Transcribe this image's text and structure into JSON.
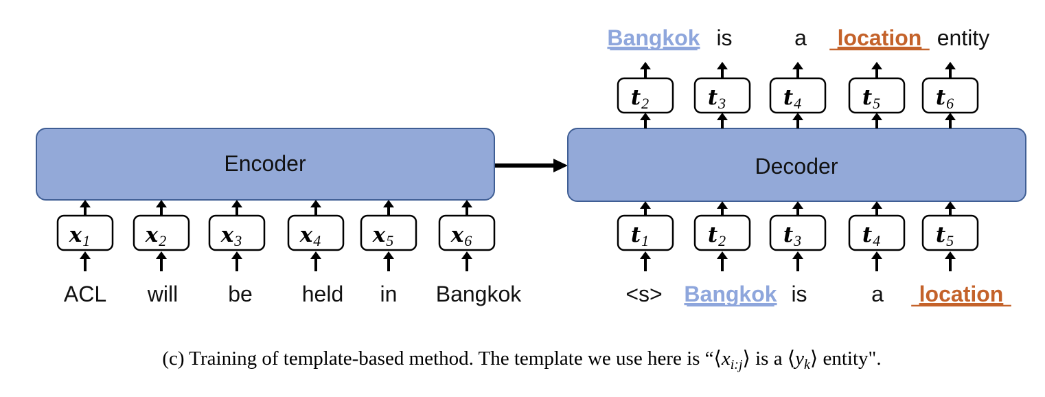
{
  "encoder": {
    "label": "Encoder"
  },
  "decoder": {
    "label": "Decoder"
  },
  "encoder_units": [
    {
      "var": "x",
      "sub": "1"
    },
    {
      "var": "x",
      "sub": "2"
    },
    {
      "var": "x",
      "sub": "3"
    },
    {
      "var": "x",
      "sub": "4"
    },
    {
      "var": "x",
      "sub": "5"
    },
    {
      "var": "x",
      "sub": "6"
    }
  ],
  "encoder_tokens": [
    {
      "text": "ACL"
    },
    {
      "text": "will"
    },
    {
      "text": "be"
    },
    {
      "text": "held"
    },
    {
      "text": "in"
    },
    {
      "text": "Bangkok"
    }
  ],
  "decoder_input_units": [
    {
      "var": "t",
      "sub": "1"
    },
    {
      "var": "t",
      "sub": "2"
    },
    {
      "var": "t",
      "sub": "3"
    },
    {
      "var": "t",
      "sub": "4"
    },
    {
      "var": "t",
      "sub": "5"
    }
  ],
  "decoder_input_tokens": [
    {
      "text": "<s>",
      "style": "plain"
    },
    {
      "text": "Bangkok",
      "style": "span"
    },
    {
      "text": "is",
      "style": "plain"
    },
    {
      "text": "a",
      "style": "plain"
    },
    {
      "text": "location",
      "style": "label"
    }
  ],
  "decoder_output_units": [
    {
      "var": "t",
      "sub": "2"
    },
    {
      "var": "t",
      "sub": "3"
    },
    {
      "var": "t",
      "sub": "4"
    },
    {
      "var": "t",
      "sub": "5"
    },
    {
      "var": "t",
      "sub": "6"
    }
  ],
  "decoder_output_tokens": [
    {
      "text": "Bangkok",
      "style": "span"
    },
    {
      "text": "is",
      "style": "plain"
    },
    {
      "text": "a",
      "style": "plain"
    },
    {
      "text": "location",
      "style": "label"
    },
    {
      "text": "entity",
      "style": "plain"
    }
  ],
  "caption": {
    "prefix": "(c)  Training of template-based method. The template we use here is “⟨",
    "span_var": "x",
    "span_sub": "i:j",
    "middle": "⟩ is a ⟨",
    "label_var": "y",
    "label_sub": "k",
    "suffix": "⟩ entity\"."
  },
  "colors": {
    "block_fill": "#93a9d8",
    "block_stroke": "#3f5e94",
    "span_color": "#8ea6dc",
    "label_color": "#c4622a",
    "text": "#111111"
  }
}
